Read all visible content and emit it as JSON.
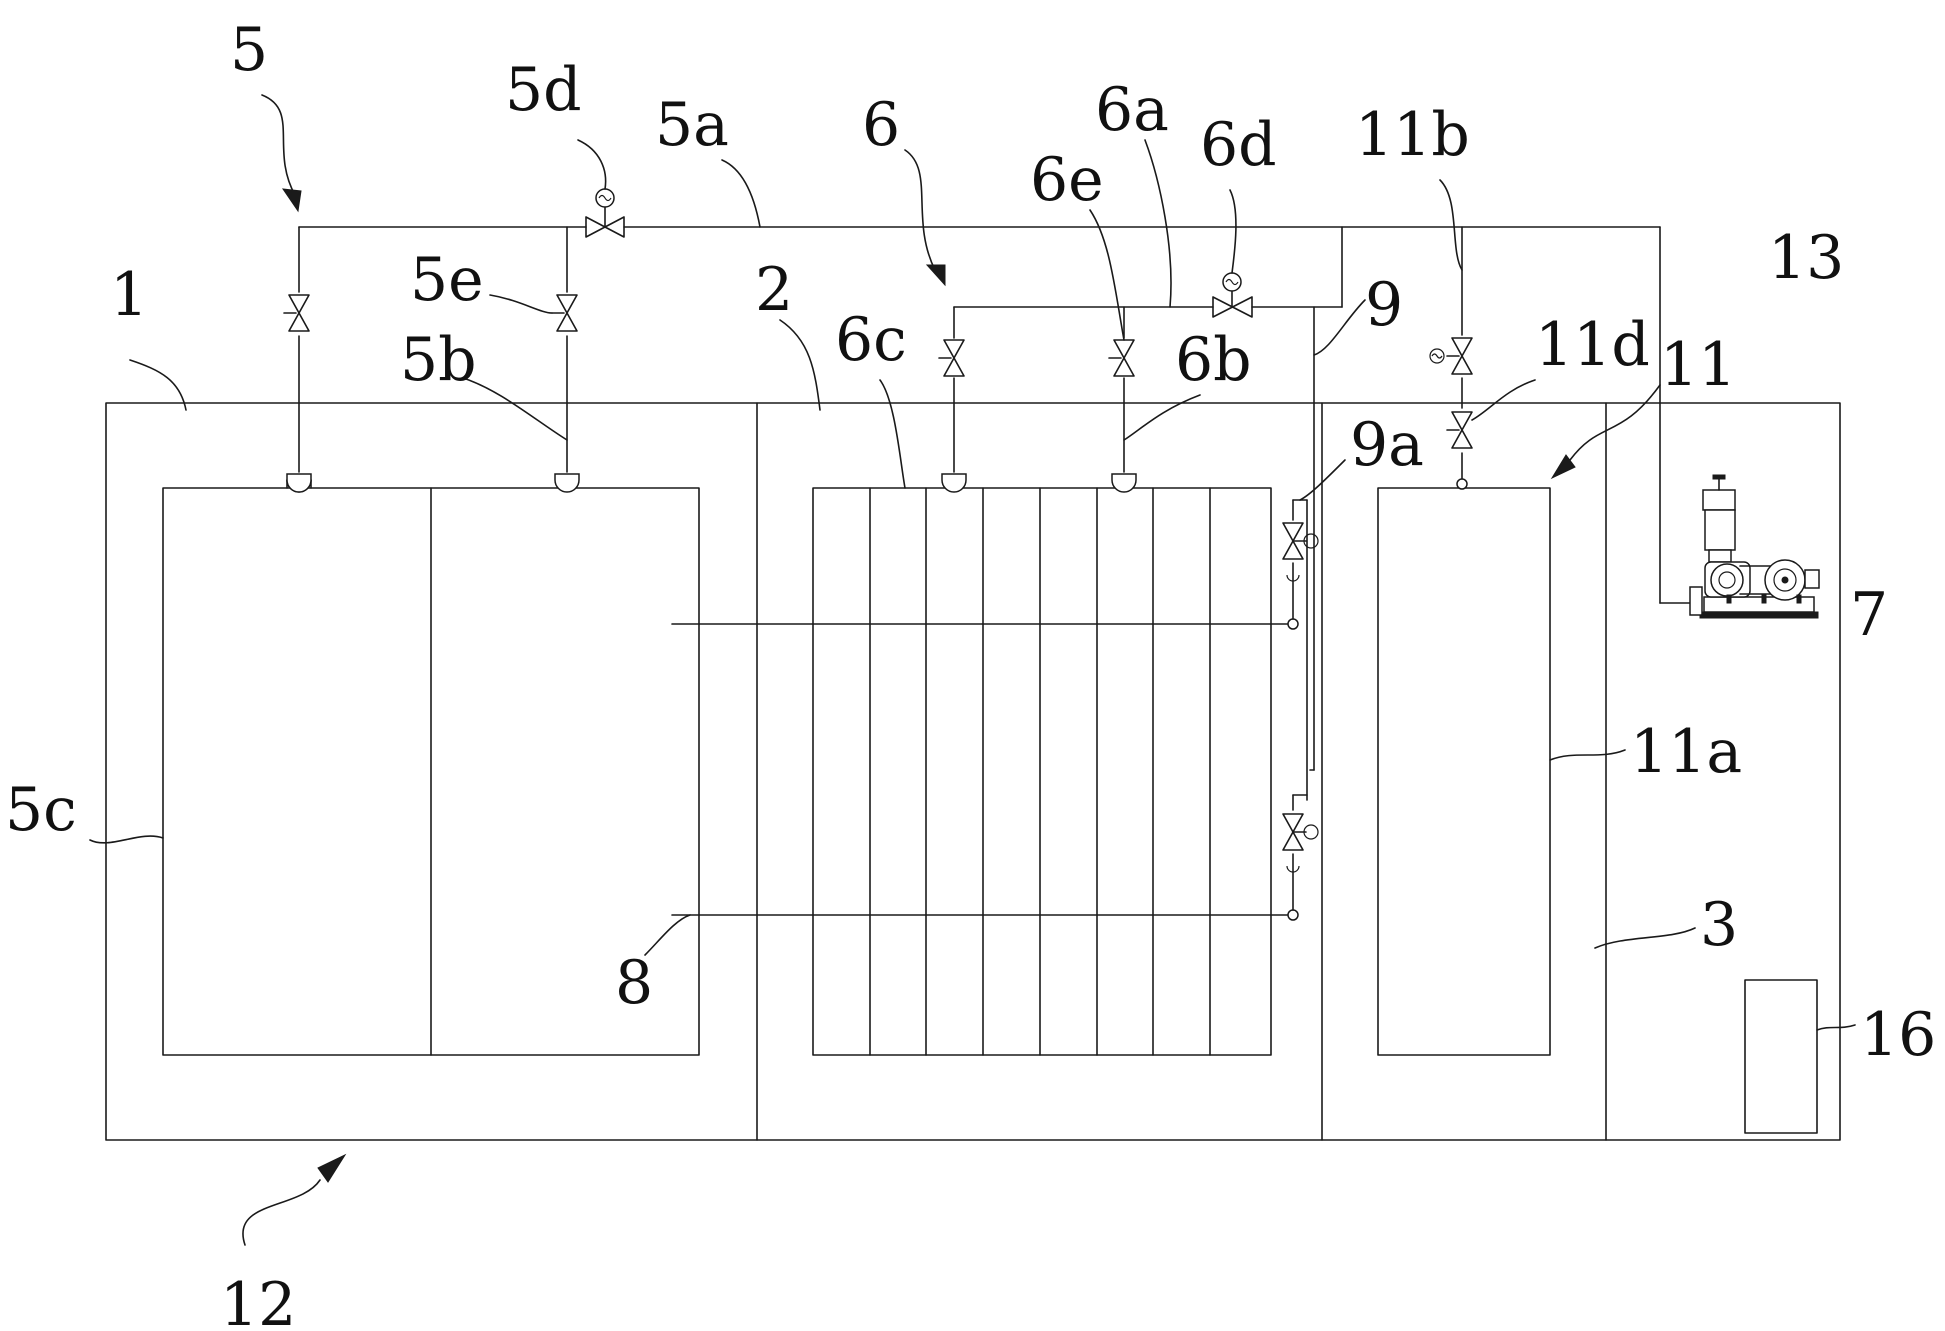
{
  "labels": {
    "l5": "5",
    "l5d": "5d",
    "l5a": "5a",
    "l6": "6",
    "l6a": "6a",
    "l6d": "6d",
    "l6e": "6e",
    "l11b": "11b",
    "l13": "13",
    "l1": "1",
    "l5e": "5e",
    "l2": "2",
    "l5b": "5b",
    "l6c": "6c",
    "l6b": "6b",
    "l9": "9",
    "l11d": "11d",
    "l11": "11",
    "l9a": "9a",
    "l7": "7",
    "l5c": "5c",
    "l11a": "11a",
    "l3": "3",
    "l8": "8",
    "l16": "16",
    "l12": "12"
  },
  "style": {
    "line_color": "#1a1a1a",
    "background": "#ffffff"
  }
}
